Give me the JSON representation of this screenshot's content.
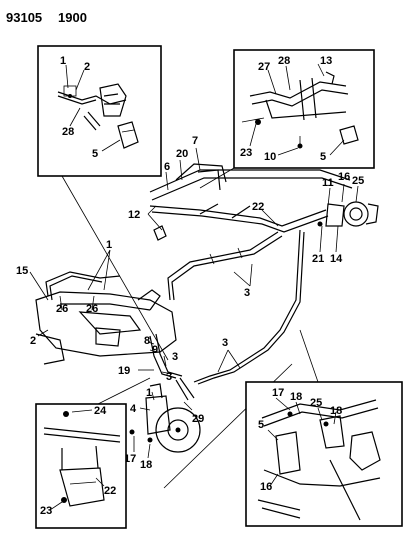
{
  "header": {
    "part_number": "93105",
    "code": "1900"
  },
  "callouts": {
    "upper_left": [
      "1",
      "2",
      "28",
      "5"
    ],
    "upper_right": [
      "27",
      "28",
      "13",
      "23",
      "10",
      "5"
    ],
    "center": [
      "7",
      "20",
      "6",
      "12",
      "22",
      "11",
      "16",
      "25",
      "21",
      "14",
      "3",
      "3"
    ],
    "left_main": [
      "1",
      "15",
      "26",
      "26",
      "2",
      "8",
      "9",
      "3",
      "19",
      "3",
      "1",
      "4",
      "29",
      "17",
      "18"
    ],
    "lower_left": [
      "24",
      "22",
      "23"
    ],
    "lower_right": [
      "17",
      "18",
      "25",
      "18",
      "5",
      "16"
    ]
  }
}
